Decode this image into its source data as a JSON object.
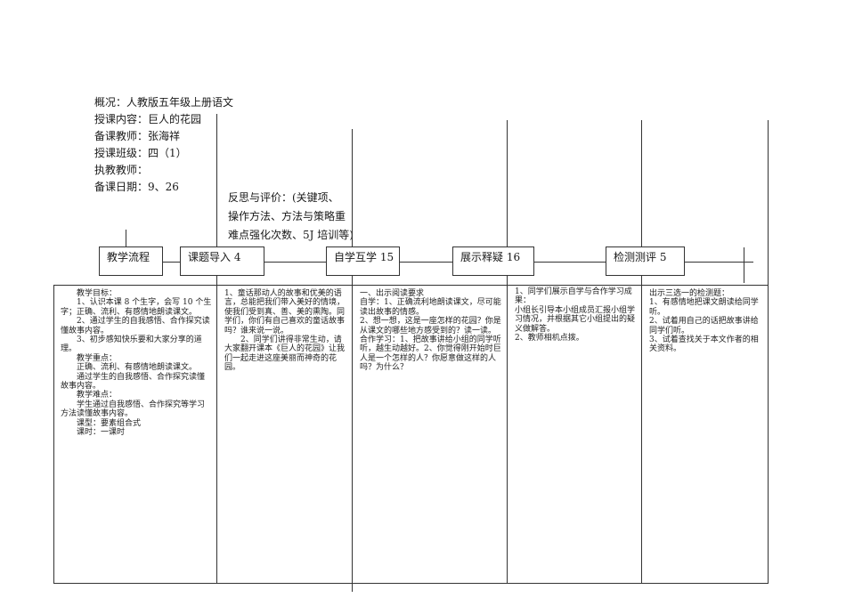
{
  "header": {
    "overview": "概况：人教版五年级上册语文",
    "content": "授课内容：巨人的花园",
    "teacher": "备课教师：张海祥",
    "class": "授课班级：四（1）",
    "executor": "执教教师：",
    "date": "备课日期：9、26"
  },
  "reflection": {
    "line1": "反思与评价：(关键项、",
    "line2": "操作方法、方法与策略重",
    "line3": "难点强化次数、5J 培训等)"
  },
  "flow": {
    "step0": "教学流程",
    "step1": "课题导入  4",
    "step2": "自学互学 15",
    "step3": "展示释疑 16",
    "step4": "检测测评 5"
  },
  "col1": {
    "l1": "教学目标：",
    "l2": "1、认识本课 8 个生字，会写 10 个生字；正确、流利、有感情地朗读课文。",
    "l3": "2、通过学生的自我感悟、合作探究读懂故事内容。",
    "l4": "3、初步感知快乐要和大家分享的道理。",
    "l5": "教学重点：",
    "l6": "正确、流利、有感情地朗读课文。",
    "l7": "通过学生的自我感悟、合作探究读懂故事内容。",
    "l8": "教学难点：",
    "l9": "学生通过自我感悟、合作探究等学习方法读懂故事内容。",
    "l10": "课型：要素组合式",
    "l11": "课时：一课时"
  },
  "col2": {
    "p1": "1、童话那动人的故事和优美的语言，总能把我们带入美好的情境，使我们受到真、善、美的熏陶。同学们，你们有自己喜欢的童话故事吗？谁来说一说。",
    "p2": "2、同学们讲得非常生动，请大家翻开课本《巨人的花园》让我们一起走进这座美丽而神奇的花园。"
  },
  "col3": {
    "l1": "一、出示阅读要求",
    "l2": "自学：1、正确流利地朗读课文，尽可能读出故事的情感。",
    "l3": "2、想一想，这是一座怎样的花园？你是从课文的哪些地方感受到的？读一读。",
    "l4": "合作学习：1、把故事讲给小组的同学听听，越生动越好。2、你觉得刚开始时巨人是一个怎样的人？你愿意做这样的人吗？为什么？"
  },
  "col4": {
    "l1": "1、同学们展示自学与合作学习成果：",
    "l2": "小组长引导本小组成员汇报小组学习情况，并根据其它小组提出的疑义做解答。",
    "l3": "2、教师相机点拨。"
  },
  "col5": {
    "l1": "出示三选一的检测题：",
    "l2": "1、有感情地把课文朗读给同学听。",
    "l3": "2、试着用自己的话把故事讲给同学们听。",
    "l4": "3、试着查找关于本文作者的相关资料。"
  }
}
